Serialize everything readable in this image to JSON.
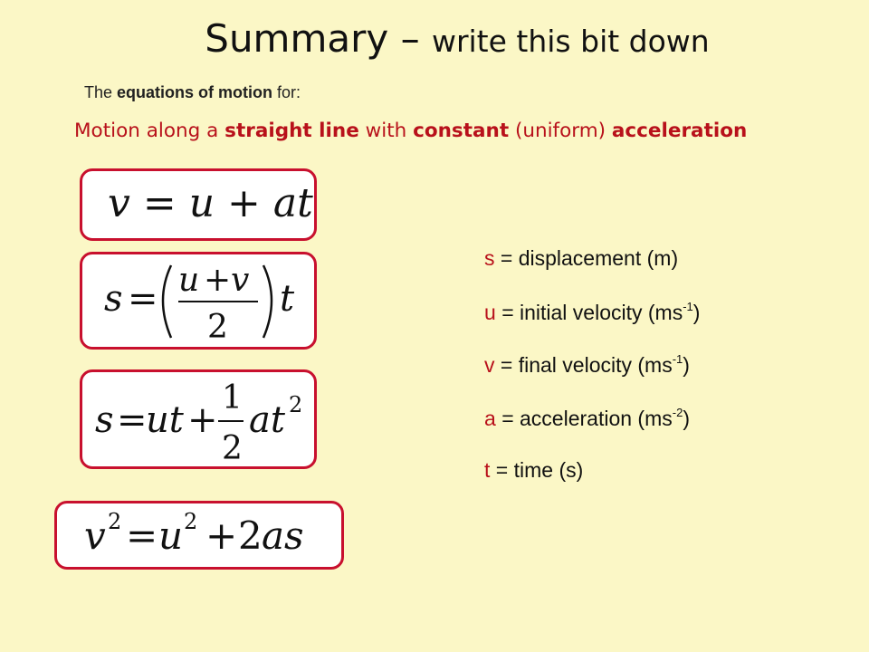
{
  "slide": {
    "title_main": "Summary – ",
    "title_sub": "write this bit down",
    "intro_prefix": "The ",
    "intro_bold": "equations of motion",
    "intro_suffix": " for:",
    "subtitle_parts": {
      "p1": "Motion along a ",
      "b1": "straight line",
      "p2": " with ",
      "b2": "constant",
      "p3": " (uniform) ",
      "b3": "acceleration"
    }
  },
  "equations": [
    {
      "id": "v-equals-u-plus-at",
      "text": "v = u + at"
    },
    {
      "id": "s-equals-average-velocity-times-t",
      "text": "s = ((u + v)/2) t"
    },
    {
      "id": "s-equals-ut-plus-half-at-squared",
      "text": "s = ut + ½at²"
    },
    {
      "id": "v-squared-equals-u-squared-plus-2as",
      "text": "v² = u² + 2as"
    }
  ],
  "legend": [
    {
      "symbol": "s",
      "desc": "= displacement (m)",
      "unit_exp": "",
      "tail": ""
    },
    {
      "symbol": "u",
      "desc": "= initial velocity (ms",
      "unit_exp": "-1",
      "tail": ")"
    },
    {
      "symbol": "v",
      "desc": "= final velocity (ms",
      "unit_exp": "-1",
      "tail": ")"
    },
    {
      "symbol": "a",
      "desc": "= acceleration (ms",
      "unit_exp": "-2",
      "tail": ")"
    },
    {
      "symbol": "t",
      "desc": " = time (s)",
      "unit_exp": "",
      "tail": ""
    }
  ],
  "colors": {
    "background": "#fbf7c6",
    "accent_red": "#c8102e",
    "text": "#111111"
  }
}
